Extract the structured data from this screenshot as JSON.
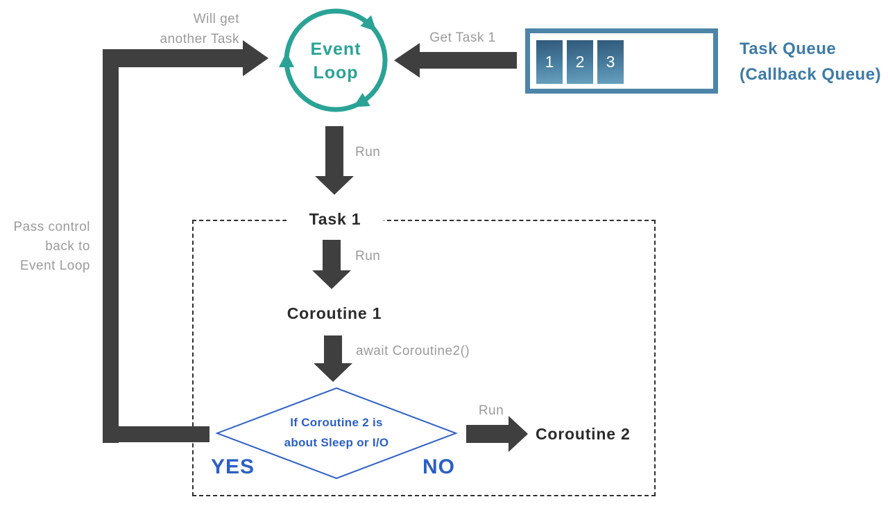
{
  "colors": {
    "teal": "#2aa396",
    "arrow_dark": "#3f3f3f",
    "gray_text": "#9b9b9b",
    "royal_blue": "#2b5fc7",
    "steel_blue_label": "#3d7ba6",
    "queue_border": "#4d84a8",
    "queue_box_gradient_top": "#30597a",
    "queue_box_gradient_bottom": "#68a0bf",
    "text_dark": "#2b2b2b"
  },
  "event_loop": {
    "line1": "Event",
    "line2": "Loop"
  },
  "labels": {
    "will_get_line1": "Will get",
    "will_get_line2": "another Task",
    "get_task": "Get Task 1",
    "run": "Run",
    "await_coroutine": "await Coroutine2()",
    "pass_control_line1": "Pass control",
    "pass_control_line2": "back to",
    "pass_control_line3": "Event Loop"
  },
  "task_queue": {
    "items": [
      "1",
      "2",
      "3"
    ],
    "label_line1": "Task Queue",
    "label_line2": "(Callback Queue)"
  },
  "flow": {
    "task1": "Task 1",
    "coroutine1": "Coroutine 1",
    "coroutine2": "Coroutine 2"
  },
  "decision": {
    "line1": "If Coroutine 2 is",
    "line2": "about Sleep or I/O",
    "yes": "YES",
    "no": "NO"
  }
}
